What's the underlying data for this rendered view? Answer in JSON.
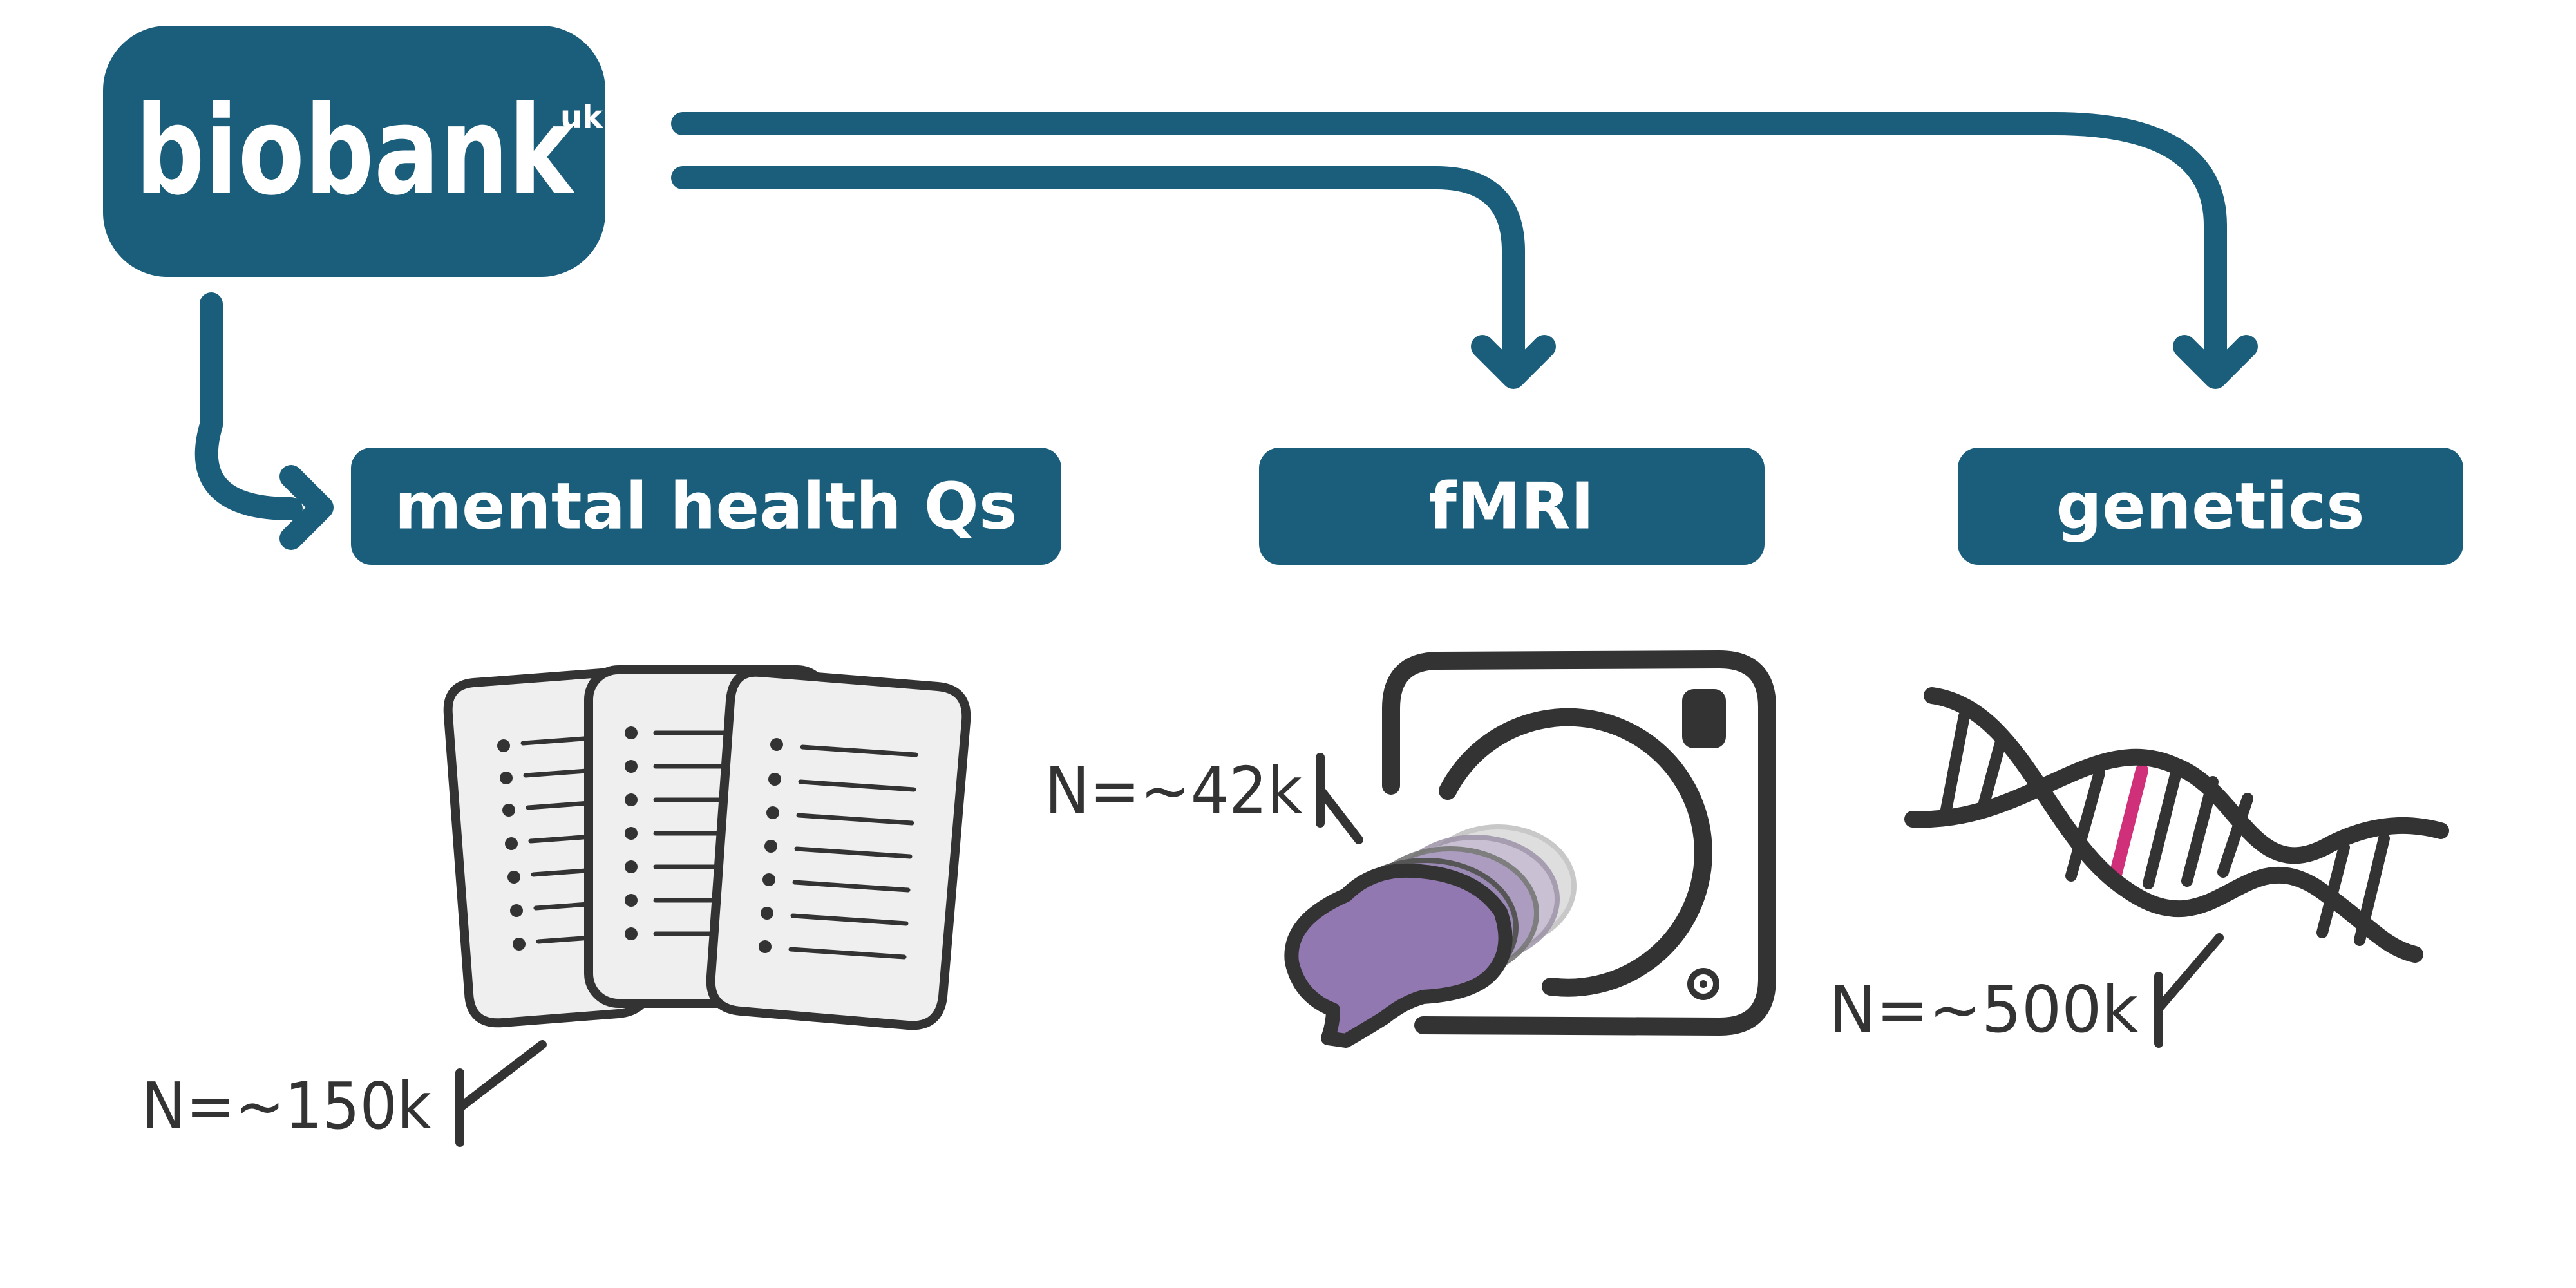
{
  "logo": {
    "wordmark": "biobank",
    "superscript": "uk"
  },
  "categories": [
    {
      "id": "mental-health",
      "label": "mental health Qs",
      "sample_size": "N=~150k",
      "icon": "questionnaire-pages-icon"
    },
    {
      "id": "fmri",
      "label": "fMRI",
      "sample_size": "N=~42k",
      "icon": "mri-scanner-icon"
    },
    {
      "id": "genetics",
      "label": "genetics",
      "sample_size": "N=~500k",
      "icon": "dna-helix-icon"
    }
  ],
  "colors": {
    "brand_teal": "#1a5e7b",
    "ink": "#333333",
    "paper": "#efefef",
    "bubble_purple": "#9178b0",
    "dna_highlight": "#d02f7a"
  }
}
